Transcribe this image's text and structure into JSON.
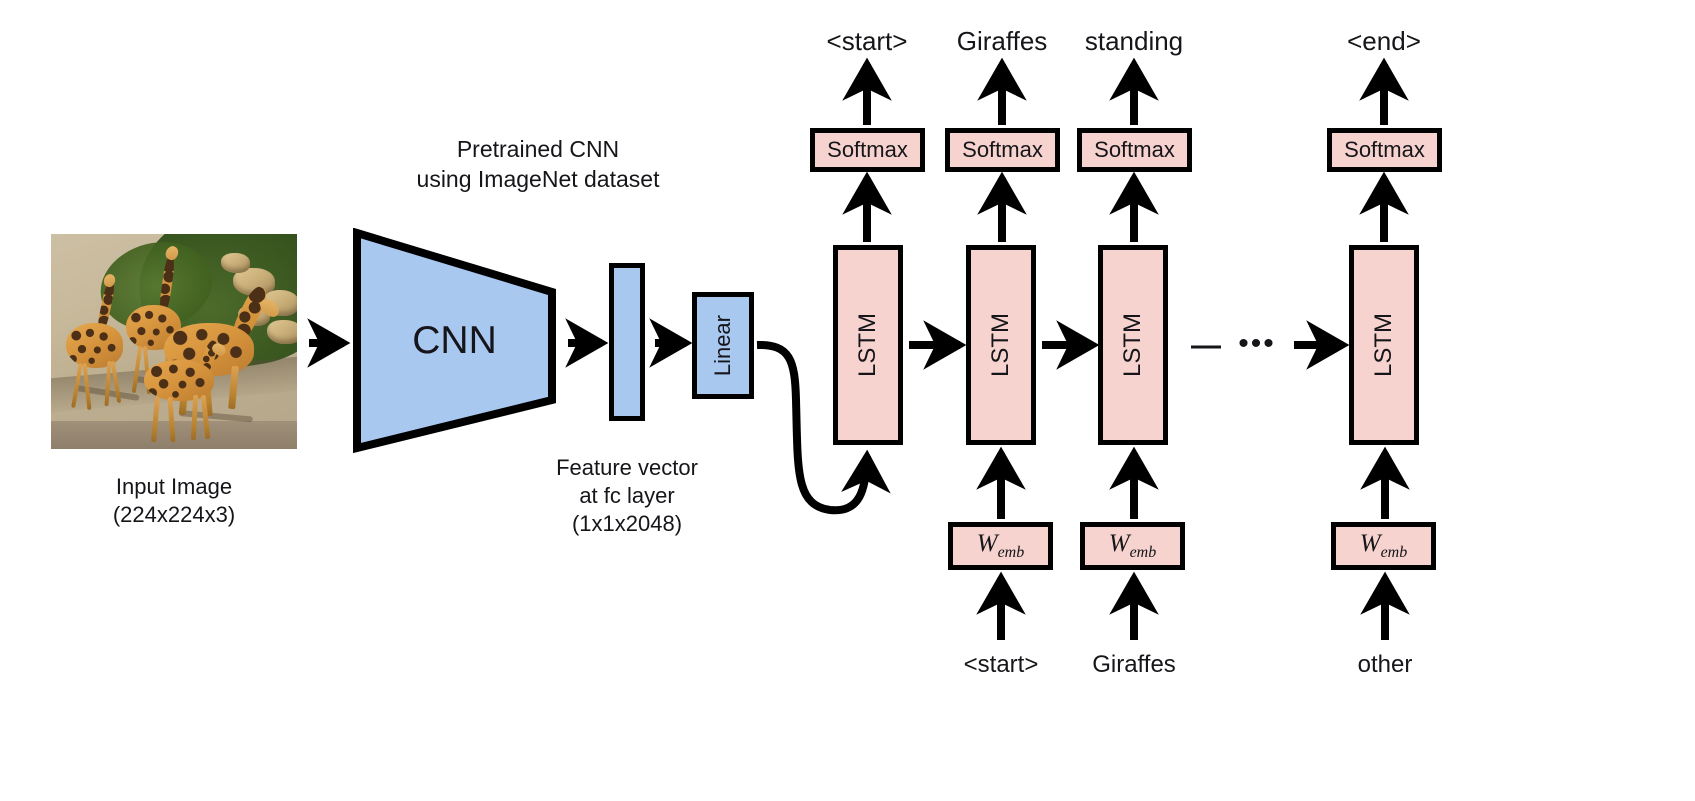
{
  "diagram": {
    "title": "Image captioning model: CNN encoder with LSTM decoder",
    "colors": {
      "cnn_blue": "#a8c8f0",
      "lstm_pink": "#f6d3ce",
      "stroke_black": "#000000",
      "background": "#ffffff"
    }
  },
  "encoder": {
    "input_image_label": "Input Image",
    "input_image_shape": "(224x224x3)",
    "cnn_annotation_line1": "Pretrained CNN",
    "cnn_annotation_line2": "using ImageNet dataset",
    "cnn_block_label": "CNN",
    "feature_vector_line1": "Feature vector",
    "feature_vector_line2": "at fc layer",
    "feature_vector_line3": "(1x1x2048)",
    "linear_block_label": "Linear"
  },
  "decoder": {
    "lstm_label": "LSTM",
    "softmax_label": "Softmax",
    "embedding_label_w": "W",
    "embedding_label_sub": "emb",
    "continuation_dash": "—",
    "continuation_dots": "•••",
    "steps": [
      {
        "index": 0,
        "output_word": "<start>",
        "has_softmax": true,
        "has_lstm": true,
        "has_embedding": false,
        "input_word": null
      },
      {
        "index": 1,
        "output_word": "Giraffes",
        "has_softmax": true,
        "has_lstm": true,
        "has_embedding": true,
        "input_word": "<start>"
      },
      {
        "index": 2,
        "output_word": "standing",
        "has_softmax": true,
        "has_lstm": true,
        "has_embedding": true,
        "input_word": "Giraffes"
      },
      {
        "index": 3,
        "output_word": "<end>",
        "has_softmax": true,
        "has_lstm": true,
        "has_embedding": true,
        "input_word": "other"
      }
    ]
  },
  "chart_data": {
    "type": "diagram",
    "title": "Show and Tell style image captioning pipeline",
    "nodes": [
      "Input Image (224x224x3)",
      "Pretrained CNN using ImageNet dataset",
      "Feature vector at fc layer (1x1x2048)",
      "Linear",
      "LSTM x4",
      "Softmax x4",
      "W_emb x3"
    ],
    "generated_caption": [
      "<start>",
      "Giraffes",
      "standing",
      "<end>"
    ],
    "fed_inputs": [
      "<start>",
      "Giraffes",
      "other"
    ]
  }
}
